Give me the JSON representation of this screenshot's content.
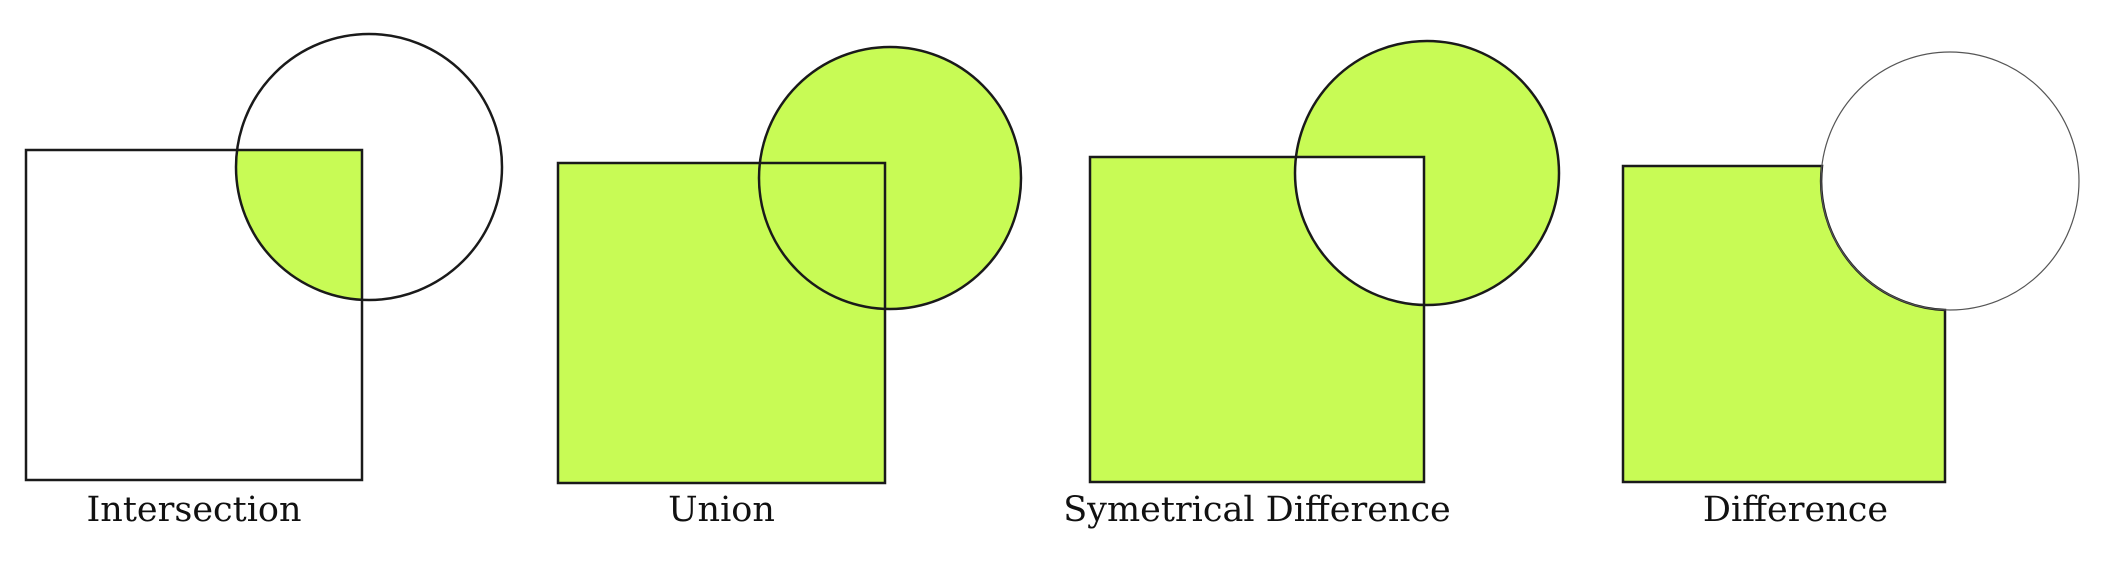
{
  "colors": {
    "fill": "#c8fb55",
    "stroke": "#1a1a1a",
    "background": "#ffffff"
  },
  "panels": [
    {
      "operation": "intersection",
      "label": "Intersection"
    },
    {
      "operation": "union",
      "label": "Union"
    },
    {
      "operation": "symmetrical-difference",
      "label": "Symetrical Difference"
    },
    {
      "operation": "difference",
      "label": "Difference"
    }
  ]
}
